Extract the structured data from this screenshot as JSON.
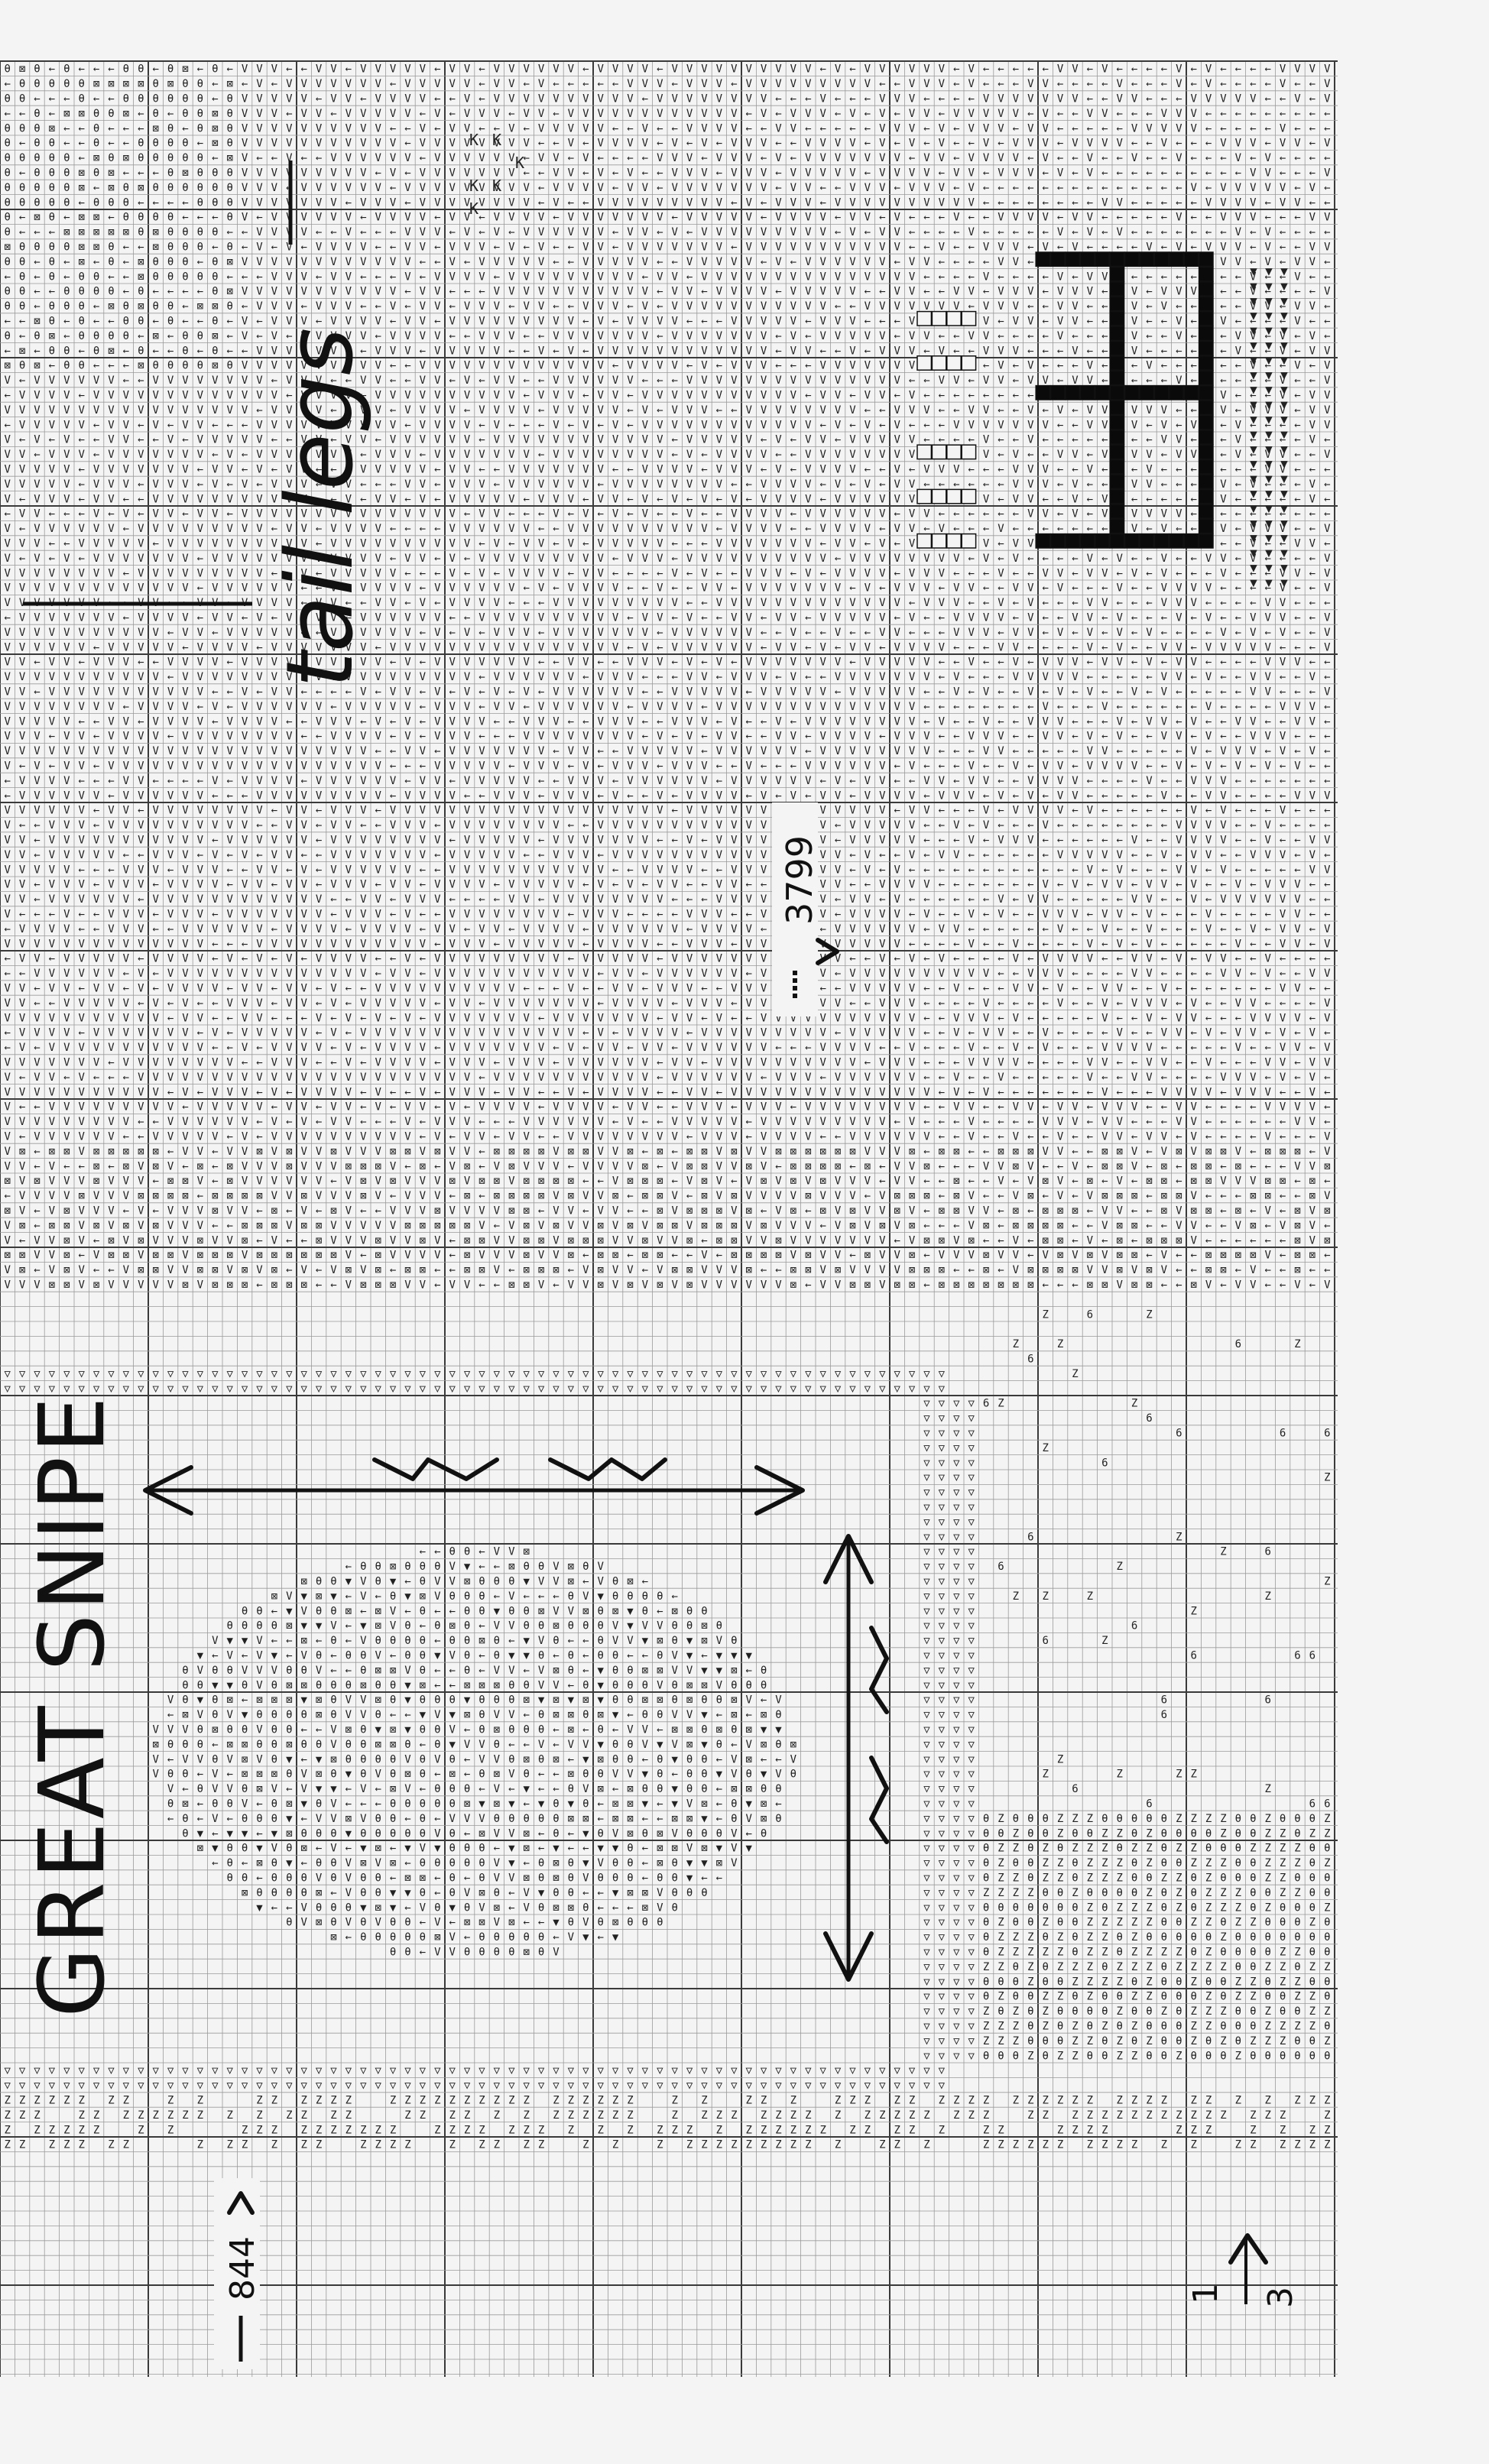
{
  "title": "GREAT SNIPE",
  "annotations": {
    "tail_legs": "tail legs",
    "thread_3799": "3799",
    "thread_844": "844",
    "page_ref_top": "1",
    "page_ref_bottom": "3"
  },
  "symbols": {
    "v": "V",
    "theta": "θ",
    "boxx": "⊠",
    "tri_down_filled": "▼",
    "tri_down_open": "▽",
    "arrow_left": "←",
    "arrow_right": "→",
    "z": "Z",
    "six": "6",
    "k": "K",
    "full": "■",
    "half_bottom": "◒",
    "box_open": "□"
  },
  "colors": {
    "grid_line": "#9a9a9a",
    "grid_major": "#3a3a3a",
    "paper": "#f4f4f4",
    "ink": "#111111"
  }
}
